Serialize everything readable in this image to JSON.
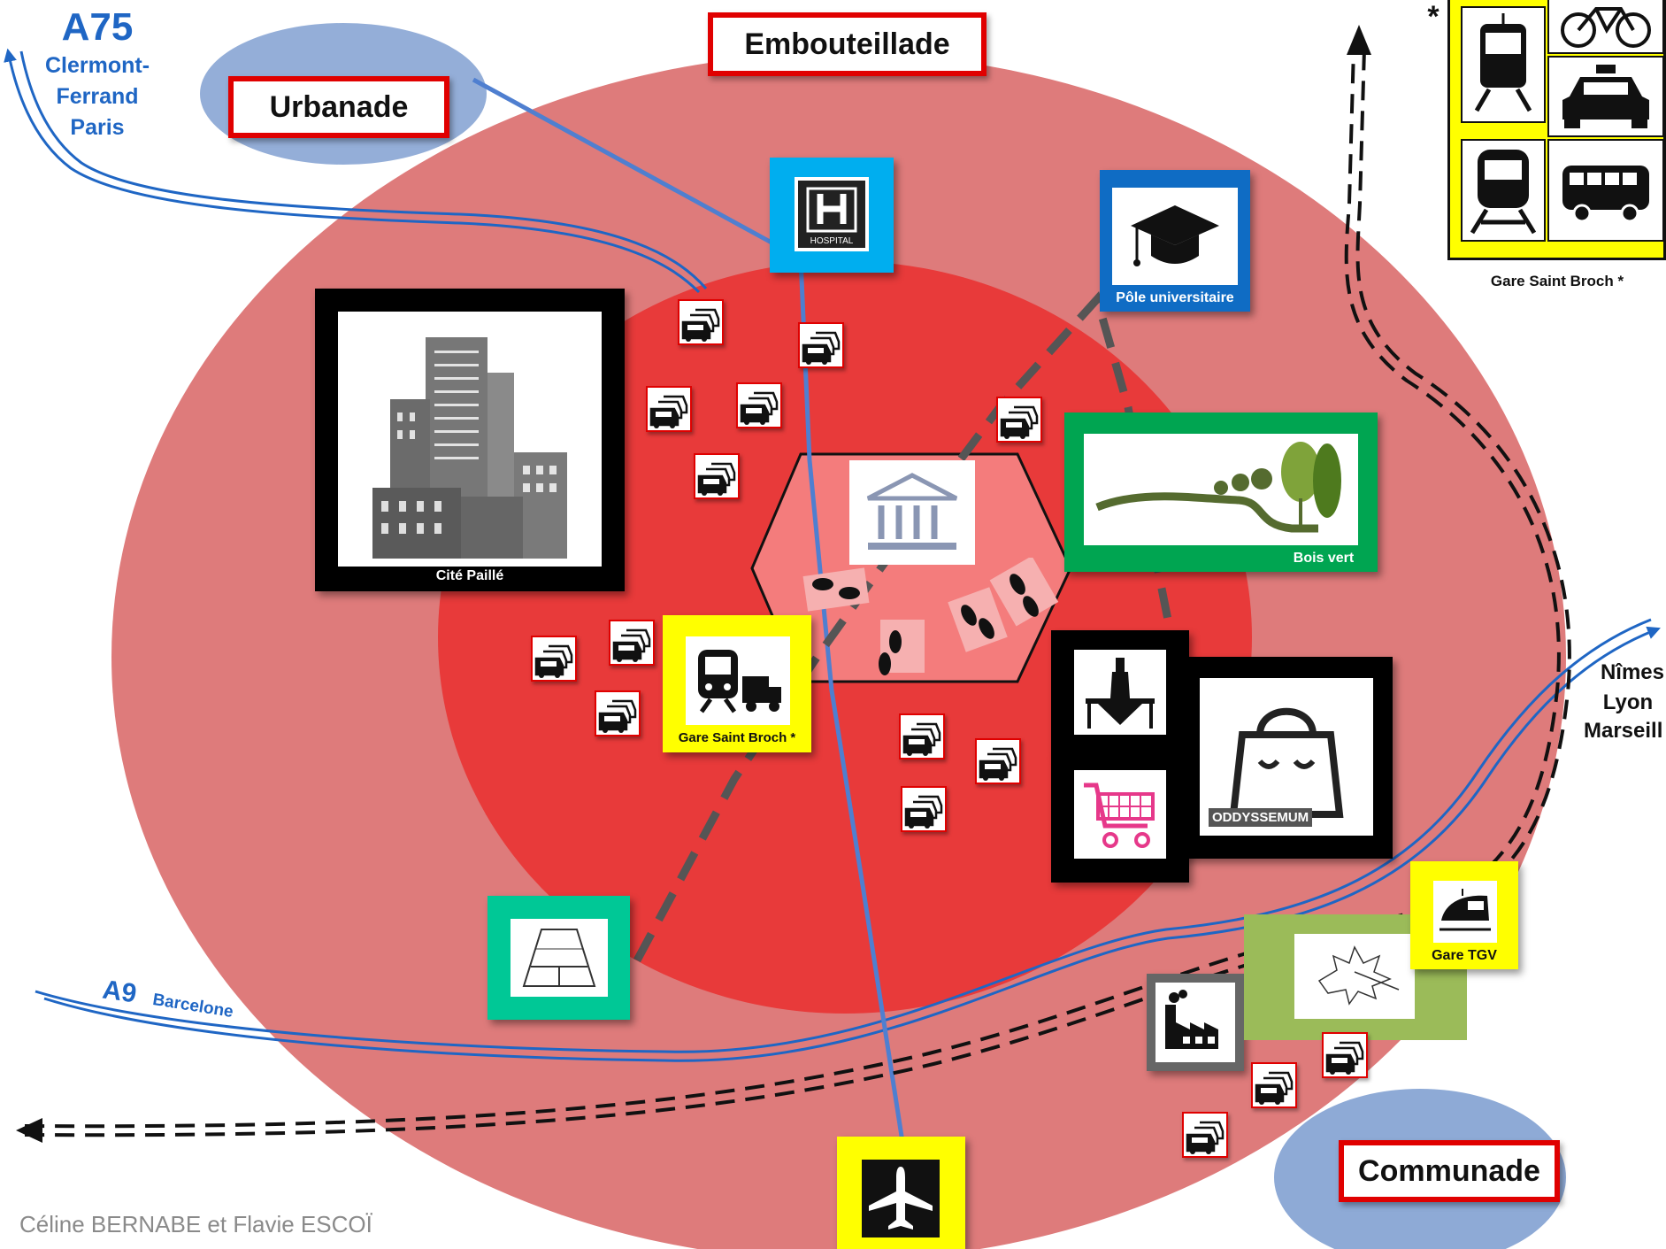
{
  "zones": {
    "embouteillade": "Embouteillade",
    "urbanade": "Urbanade",
    "communade": "Communade"
  },
  "roads": {
    "a75_code": "A75",
    "a75_cities": [
      "Clermont-",
      "Ferrand",
      "Paris"
    ],
    "a9_code": "A9",
    "a9_city": "Barcelone",
    "east_cities": [
      "Nîmes",
      "Lyon",
      "Marseill"
    ]
  },
  "places": {
    "hospital": "HOSPITAL",
    "university": "Pôle universitaire",
    "cite": "Cité Paillé",
    "bois": "Bois vert",
    "gare_center": "Gare Saint Broch *",
    "gare_legend": "Gare Saint Broch *",
    "legend_star": "*",
    "oddyssemum": "ODDYSSEMUM",
    "gare_tgv": "Gare TGV"
  },
  "icons": [
    "hospital-icon",
    "graduation-cap-icon",
    "city-buildings-icon",
    "park-icon",
    "train-truck-icon",
    "museum-icon",
    "footprints-icon",
    "wine-icon",
    "shopping-cart-icon",
    "shopping-bag-icon",
    "stadium-icon",
    "airplane-icon",
    "factory-icon",
    "leaf-icon",
    "tgv-train-icon",
    "tram-icon",
    "bicycle-icon",
    "taxi-icon",
    "metro-icon",
    "bus-icon",
    "traffic-jam-icon"
  ],
  "colors": {
    "outer_zone": "#de7b7b",
    "inner_zone": "#e83a3a",
    "hexagon": "#f47c7c",
    "road_blue": "#1f66c4",
    "label_border": "#e00000",
    "legend_yellow": "#ffff00",
    "urban_oval": "#8eaad6"
  },
  "credit": "Céline BERNABE et Flavie ESCOÏ"
}
